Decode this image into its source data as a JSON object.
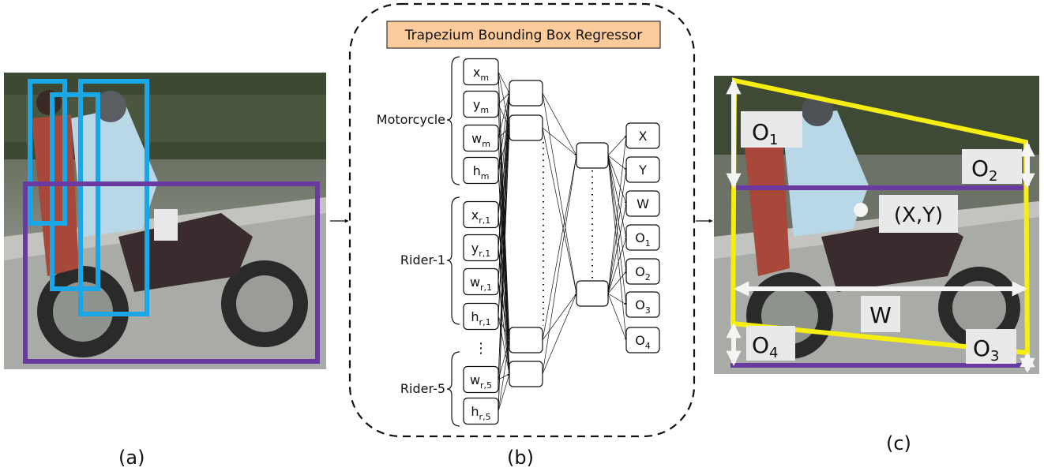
{
  "panels": {
    "a": {
      "caption": "(a)"
    },
    "b": {
      "caption": "(b)",
      "title": "Trapezium Bounding Box Regressor",
      "groups": [
        "Motorcycle",
        "Rider-1",
        "Rider-5"
      ],
      "inputs": [
        {
          "base": "x",
          "sub": "m"
        },
        {
          "base": "y",
          "sub": "m"
        },
        {
          "base": "w",
          "sub": "m"
        },
        {
          "base": "h",
          "sub": "m"
        },
        {
          "base": "x",
          "sub": "r,1"
        },
        {
          "base": "y",
          "sub": "r,1"
        },
        {
          "base": "w",
          "sub": "r,1"
        },
        {
          "base": "h",
          "sub": "r,1"
        },
        {
          "base": "w",
          "sub": "r,5"
        },
        {
          "base": "h",
          "sub": "r,5"
        }
      ],
      "input_ellipsis": "⋮",
      "outputs": [
        {
          "base": "X",
          "sub": ""
        },
        {
          "base": "Y",
          "sub": ""
        },
        {
          "base": "W",
          "sub": ""
        },
        {
          "base": "O",
          "sub": "1"
        },
        {
          "base": "O",
          "sub": "2"
        },
        {
          "base": "O",
          "sub": "3"
        },
        {
          "base": "O",
          "sub": "4"
        }
      ]
    },
    "c": {
      "caption": "(c)",
      "labels": {
        "o1": {
          "base": "O",
          "sub": "1"
        },
        "o2": {
          "base": "O",
          "sub": "2"
        },
        "o3": {
          "base": "O",
          "sub": "3"
        },
        "o4": {
          "base": "O",
          "sub": "4"
        },
        "center": "(X,Y)",
        "width": "W"
      }
    }
  },
  "colors": {
    "rider_box": "#1aa7e8",
    "motorcycle_box": "#6a3aa0",
    "trapezium": "#f5ee10",
    "title_fill": "#fbcb9c",
    "arrow_white": "#f4f4f4"
  }
}
